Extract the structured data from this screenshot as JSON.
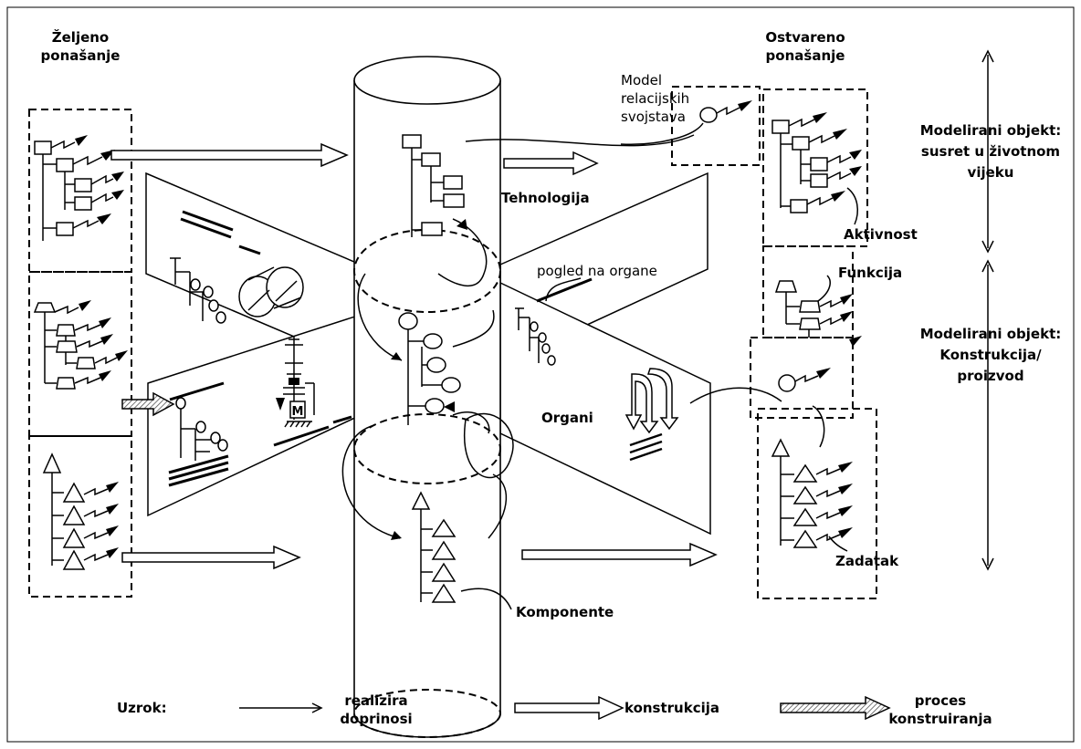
{
  "labels": {
    "zeljeno_1": "Željeno",
    "zeljeno_2": "ponašanje",
    "ostvareno_1": "Ostvareno",
    "ostvareno_2": "ponašanje",
    "model_1": "Model",
    "model_2": "relacijskih",
    "model_3": "svojstava",
    "tehnologija": "Tehnologija",
    "pogled": "pogled na organe",
    "organi": "Organi",
    "komponente": "Komponente",
    "aktivnost": "Aktivnost",
    "funkcija": "Funkcija",
    "zadatak": "Zadatak",
    "mo1_1": "Modelirani objekt:",
    "mo1_2": "susret u životnom",
    "mo1_3": "vijeku",
    "mo2_1": "Modelirani objekt:",
    "mo2_2": "Konstrukcija/",
    "mo2_3": "proizvod",
    "motor": "M"
  },
  "legend": {
    "uzrok": "Uzrok:",
    "realizira": "realizira",
    "doprinosi": "doprinosi",
    "konstrukcija": "konstrukcija",
    "proces_1": "proces",
    "proces_2": "konstruiranja"
  }
}
